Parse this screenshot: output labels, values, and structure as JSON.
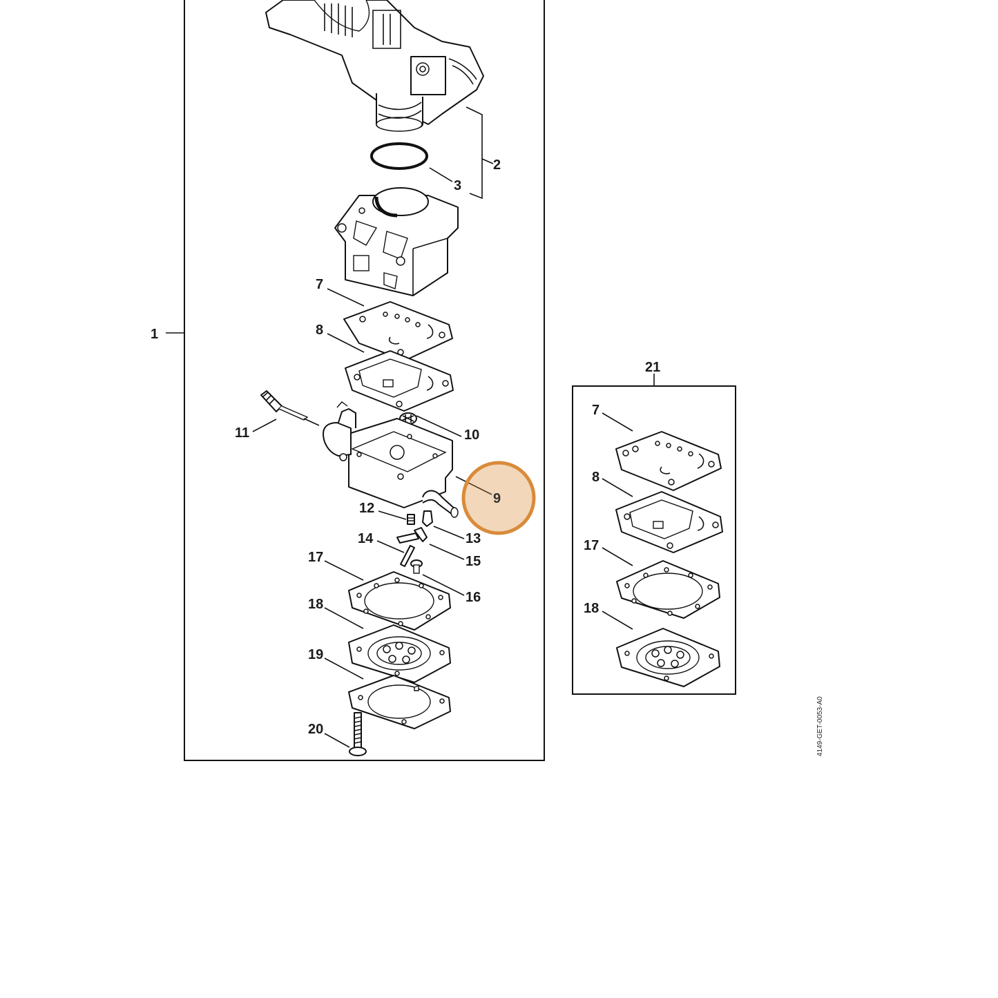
{
  "diagram": {
    "callouts": [
      "1",
      "2",
      "3",
      "7",
      "8",
      "9",
      "10",
      "11",
      "12",
      "13",
      "14",
      "15",
      "16",
      "17",
      "18",
      "19",
      "20"
    ],
    "kit": {
      "label": "21",
      "callouts": [
        "7",
        "8",
        "17",
        "18"
      ]
    },
    "highlighted_callout": "9",
    "highlight_color": "#d98b3a",
    "reference_code": "4149-GET-0053-A0"
  }
}
